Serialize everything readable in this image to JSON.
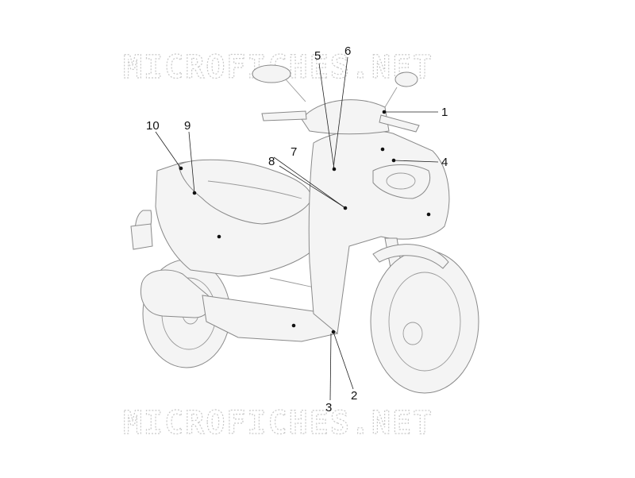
{
  "watermark": {
    "text": "MICROFICHES.NET"
  },
  "callouts": [
    {
      "id": "1",
      "label": "1"
    },
    {
      "id": "2",
      "label": "2"
    },
    {
      "id": "3",
      "label": "3"
    },
    {
      "id": "4",
      "label": "4"
    },
    {
      "id": "5",
      "label": "5"
    },
    {
      "id": "6",
      "label": "6"
    },
    {
      "id": "7",
      "label": "7"
    },
    {
      "id": "8",
      "label": "8"
    },
    {
      "id": "9",
      "label": "9"
    },
    {
      "id": "10",
      "label": "10"
    }
  ]
}
